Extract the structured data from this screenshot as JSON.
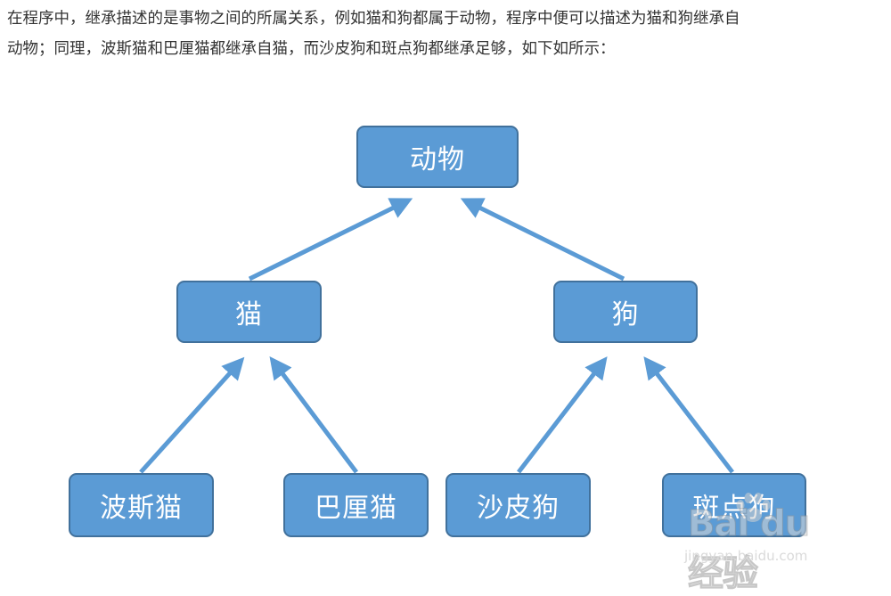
{
  "intro": {
    "line1": "在程序中，继承描述的是事物之间的所属关系，例如猫和狗都属于动物，程序中便可以描述为猫和狗继承自",
    "line2": "动物；同理，波斯猫和巴厘猫都继承自猫，而沙皮狗和斑点狗都继承足够，如下如所示："
  },
  "diagram": {
    "nodes": {
      "animal": "动物",
      "cat": "猫",
      "dog": "狗",
      "persian": "波斯猫",
      "balinese": "巴厘猫",
      "sharpei": "沙皮狗",
      "dalmatian": "斑点狗"
    },
    "colors": {
      "node_fill": "#5b9bd5",
      "node_border": "#41719c",
      "arrow": "#5b9bd5",
      "text": "#ffffff"
    },
    "edges": [
      {
        "from": "cat",
        "to": "animal"
      },
      {
        "from": "dog",
        "to": "animal"
      },
      {
        "from": "persian",
        "to": "cat"
      },
      {
        "from": "balinese",
        "to": "cat"
      },
      {
        "from": "sharpei",
        "to": "dog"
      },
      {
        "from": "dalmatian",
        "to": "dog"
      }
    ]
  },
  "watermark": {
    "logo": "Bai du 经验",
    "url": "jingyan.baidu.com"
  }
}
